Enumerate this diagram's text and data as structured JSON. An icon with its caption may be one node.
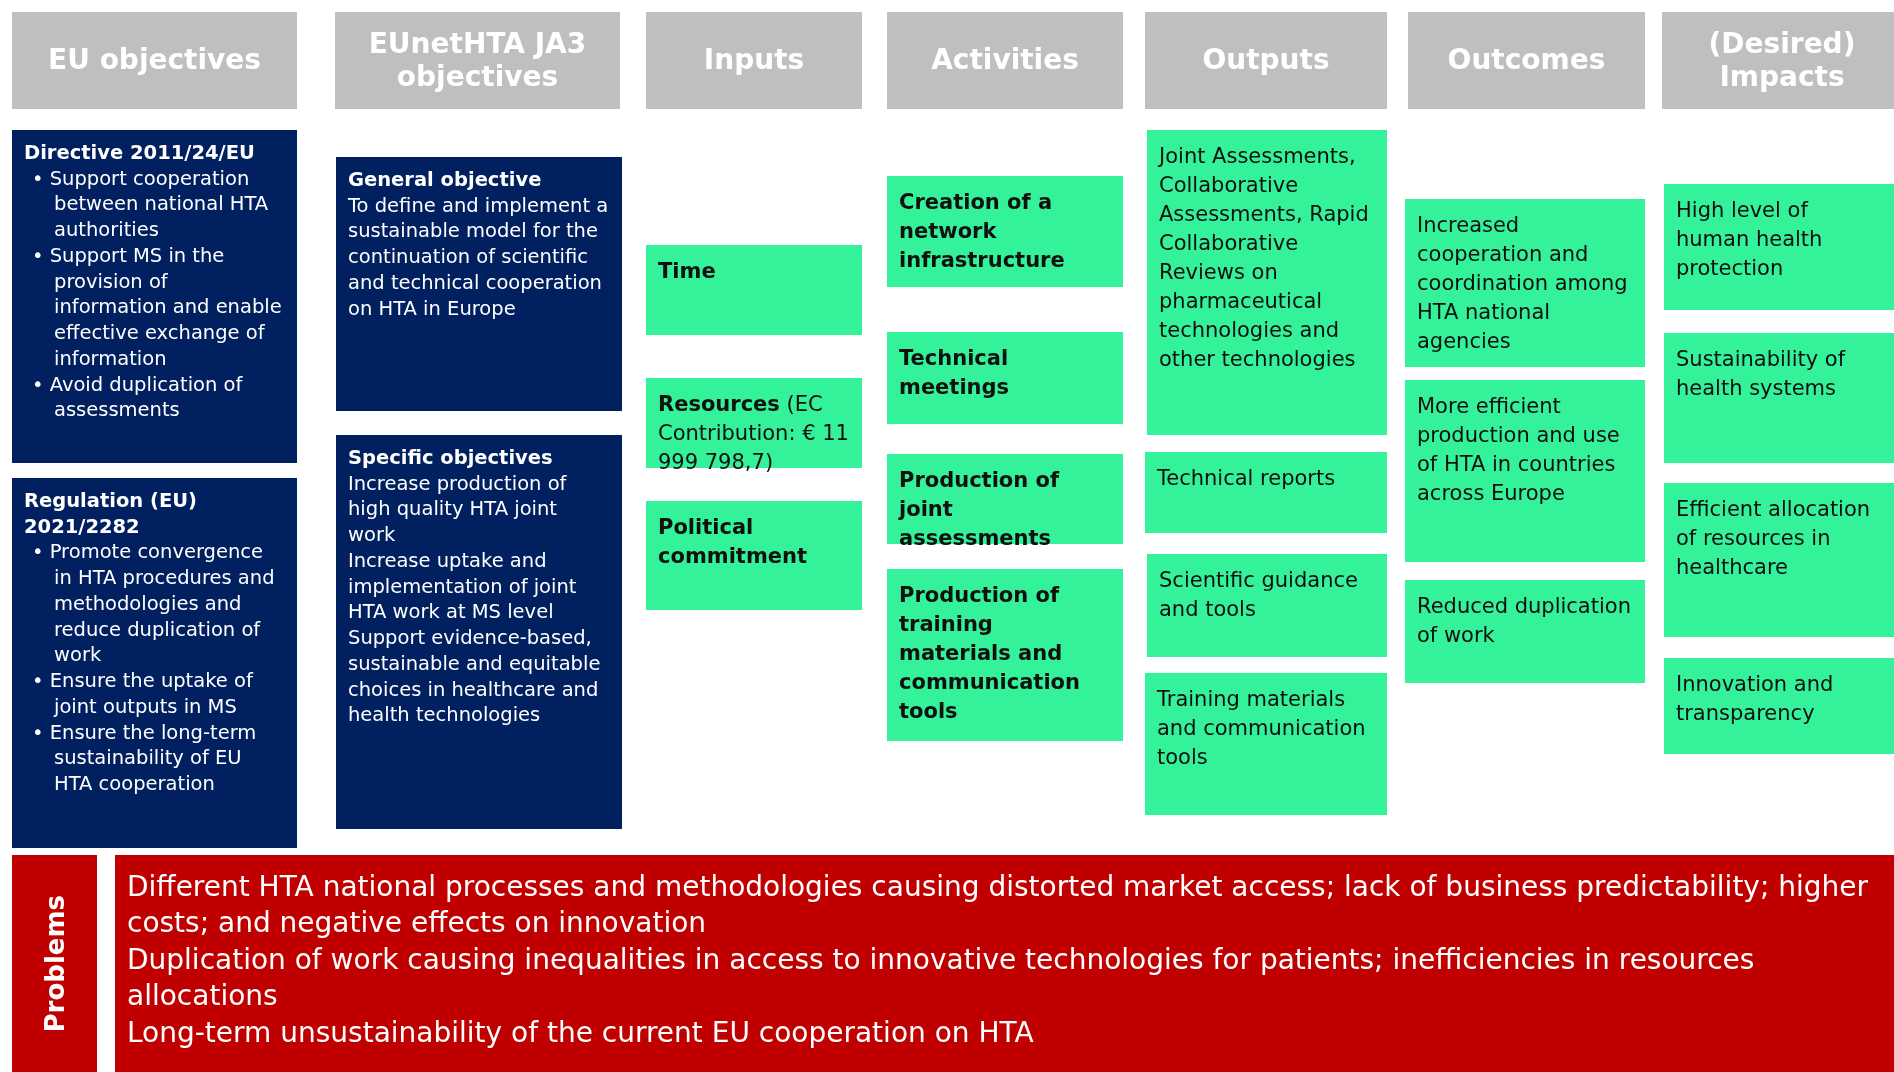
{
  "diagram": {
    "nodes": [
      {
        "text": [
          "EU objectives"
        ]
      },
      {
        "text": [
          "EUnetHTA JA3 objectives"
        ]
      },
      {
        "text": [
          "Inputs"
        ]
      },
      {
        "text": [
          "Activities"
        ]
      },
      {
        "text": [
          "Outputs"
        ]
      },
      {
        "text": [
          "Outcomes"
        ]
      },
      {
        "text": [
          "(Desired) Impacts"
        ]
      },
      {
        "text": [
          "Directive 2011/24/EU",
          "• Support cooperation between national HTA authorities",
          "• Support MS in the provision of information and enable effective exchange of information",
          "• Avoid duplication of assessments"
        ]
      },
      {
        "text": [
          "Regulation (EU) 2021/2282",
          "• Promote convergence in HTA procedures and methodologies and reduce duplication of work",
          "• Ensure the uptake of joint outputs in MS",
          "• Ensure the long-term sustainability of EU HTA cooperation"
        ]
      },
      {
        "text": [
          "General objective",
          "To define and implement a sustainable model for the continuation of scientific and technical cooperation on HTA in Europe"
        ]
      },
      {
        "text": [
          "Specific objectives",
          "Increase production of high quality HTA joint work",
          "Increase uptake and implementation of joint HTA work at MS level",
          "Support evidence-based, sustainable and equitable choices in healthcare and health technologies"
        ]
      },
      {
        "text": [
          "Time"
        ]
      },
      {
        "text": [
          "**Resources** (EC Contribution: € 11 999 798,7)"
        ]
      },
      {
        "text": [
          "Political commitment"
        ]
      },
      {
        "text": [
          "Creation of a network infrastructure"
        ]
      },
      {
        "text": [
          "Technical meetings"
        ]
      },
      {
        "text": [
          "Production of joint assessments"
        ]
      },
      {
        "text": [
          "Production of training materials and communication tools"
        ]
      },
      {
        "text": [
          "Joint Assessments, Collaborative Assessments, Rapid Collaborative Reviews on pharmaceutical technologies and other technologies"
        ]
      },
      {
        "text": [
          "Technical reports"
        ]
      },
      {
        "text": [
          "Scientific guidance and tools"
        ]
      },
      {
        "text": [
          "Training materials and communication tools"
        ]
      },
      {
        "text": [
          "Increased cooperation and coordination among HTA national agencies"
        ]
      },
      {
        "text": [
          "More efficient production and use of HTA in countries across Europe"
        ]
      },
      {
        "text": [
          "Reduced duplication of work"
        ]
      },
      {
        "text": [
          "High level of human health protection"
        ]
      },
      {
        "text": [
          "Sustainability of health systems"
        ]
      },
      {
        "text": [
          "Efficient allocation of resources in healthcare"
        ]
      },
      {
        "text": [
          "Innovation and transparency"
        ]
      },
      {
        "text": [
          "Problems"
        ]
      },
      {
        "text": [
          "Different HTA national processes and methodologies causing distorted market access; lack of business predictability; higher costs; and negative effects on innovation",
          "Duplication of work causing inequalities in access to innovative technologies for patients; inefficiencies in resources allocations",
          "Long-term unsustainability of the current EU cooperation on HTA"
        ]
      }
    ],
    "edges": []
  }
}
